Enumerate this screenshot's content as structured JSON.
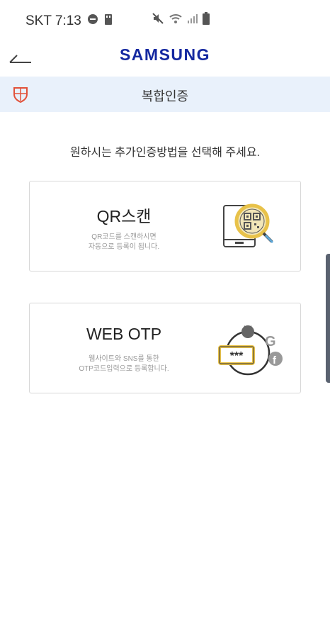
{
  "status_bar": {
    "carrier_time": "SKT 7:13",
    "icons": [
      "messenger-icon",
      "storage-icon",
      "mute-icon",
      "wifi-icon",
      "signal-icon",
      "battery-icon"
    ]
  },
  "header": {
    "brand": "SAMSUNG",
    "back_icon": "back-arrow-icon"
  },
  "subheader": {
    "title": "복합인증",
    "icon": "shield-icon"
  },
  "instruction": "원하시는 추가인증방법을 선택해 주세요.",
  "options": [
    {
      "title": "QR스캔",
      "desc_line1": "QR코드를 스캔하시면",
      "desc_line2": "자동으로 등록이 됩니다.",
      "icon": "qr-scan-icon"
    },
    {
      "title": "WEB OTP",
      "desc_line1": "웹사이트와 SNS를 통한",
      "desc_line2": "OTP코드입력으로 등록합니다.",
      "icon": "web-otp-icon",
      "otp_mask": "***"
    }
  ],
  "colors": {
    "brand": "#1428a0",
    "accent": "#e8c24a",
    "subheader_bg": "#e9f1fb",
    "shield": "#e2513a"
  }
}
